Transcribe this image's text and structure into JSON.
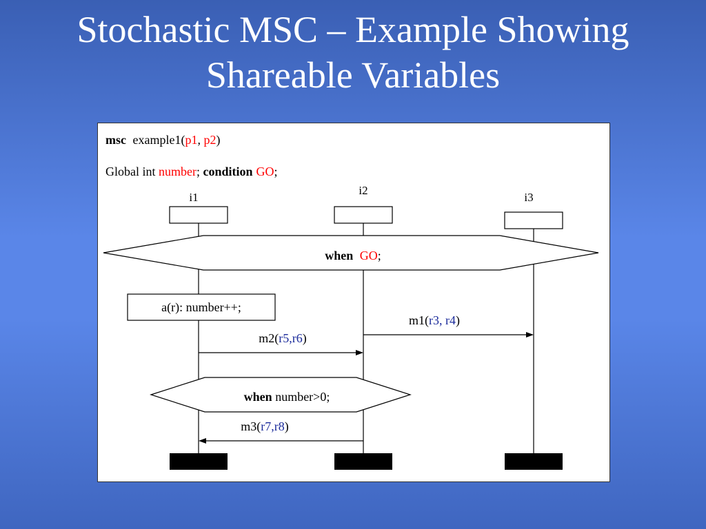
{
  "slide": {
    "title_line1": "Stochastic MSC – Example Showing",
    "title_line2": "Shareable Variables"
  },
  "msc": {
    "keyword": "msc",
    "name": "example1(",
    "param1": "p1",
    "sep": ", ",
    "param2": "p2",
    "close": ")",
    "global_prefix": "Global int ",
    "global_var": "number",
    "global_semi": "; ",
    "condition_kw": "condition",
    "condition_name": "GO",
    "condition_semi": ";",
    "instances": [
      "i1",
      "i2",
      "i3"
    ],
    "when1_kw": "when",
    "when1_name": "GO",
    "when1_semi": ";",
    "action": "a(r): number++;",
    "m1_label": "m1(",
    "m1_args": "r3, r4",
    "m1_close": ")",
    "m2_label": "m2(",
    "m2_args": "r5,r6",
    "m2_close": ")",
    "when2_kw": "when",
    "when2_text": " number>0;",
    "m3_label": "m3(",
    "m3_args": "r7,r8",
    "m3_close": ")"
  },
  "colors": {
    "background": "#4a76d8",
    "highlight_red": "#ff0000",
    "param_blue": "#1a2a9a"
  }
}
